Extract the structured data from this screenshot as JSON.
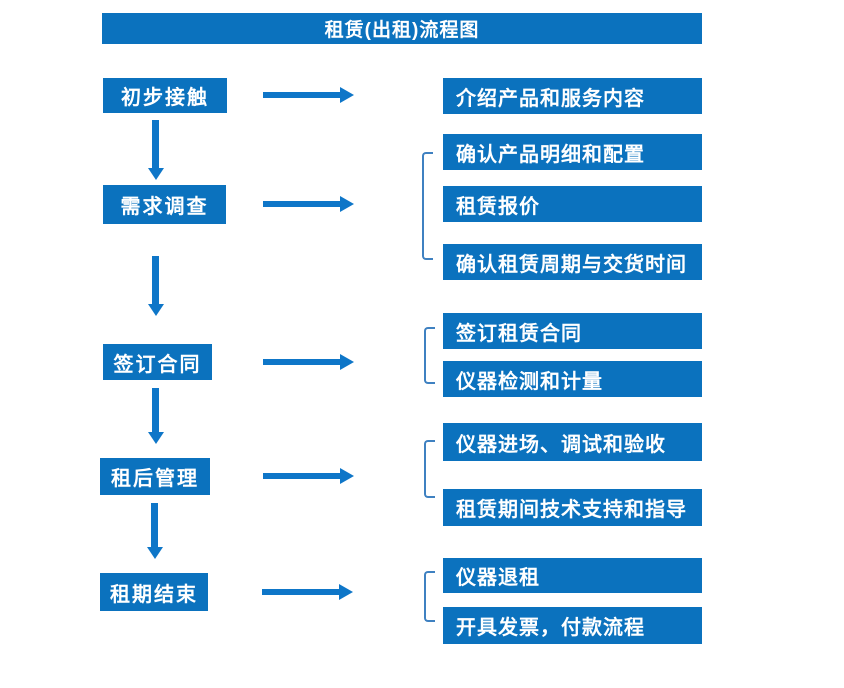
{
  "title": "租赁(出租)流程图",
  "colors": {
    "box_fill": "#0b72be",
    "arrow": "#0e76c8",
    "bracket": "#3f81c1",
    "text": "#ffffff",
    "background": "#ffffff"
  },
  "steps": [
    {
      "label": "初步接触",
      "details": [
        "介绍产品和服务内容"
      ]
    },
    {
      "label": "需求调查",
      "details": [
        "确认产品明细和配置",
        "租赁报价",
        "确认租赁周期与交货时间"
      ]
    },
    {
      "label": "签订合同",
      "details": [
        "签订租赁合同",
        "仪器检测和计量"
      ]
    },
    {
      "label": "租后管理",
      "details": [
        "仪器进场、调试和验收",
        "租赁期间技术支持和指导"
      ]
    },
    {
      "label": "租期结束",
      "details": [
        "仪器退租",
        "开具发票，付款流程"
      ]
    }
  ]
}
